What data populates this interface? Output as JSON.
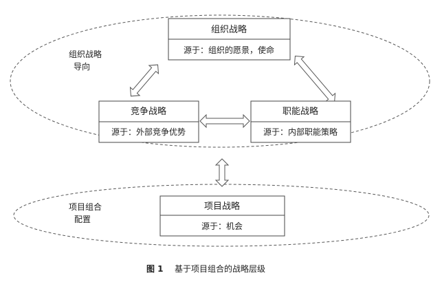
{
  "upper_region": {
    "label_line1": "组织战略",
    "label_line2": "导向"
  },
  "lower_region": {
    "label_line1": "项目组合",
    "label_line2": "配置"
  },
  "boxes": {
    "org": {
      "title": "组织战略",
      "source": "源于：组织的愿景，使命"
    },
    "competitive": {
      "title": "竞争战略",
      "source": "源于：外部竞争优势"
    },
    "functional": {
      "title": "职能战略",
      "source": "源于：内部职能策略"
    },
    "project": {
      "title": "项目战略",
      "source": "源于：机会"
    }
  },
  "caption": {
    "figure_no": "图 1",
    "text": "基于项目组合的战略层级"
  }
}
